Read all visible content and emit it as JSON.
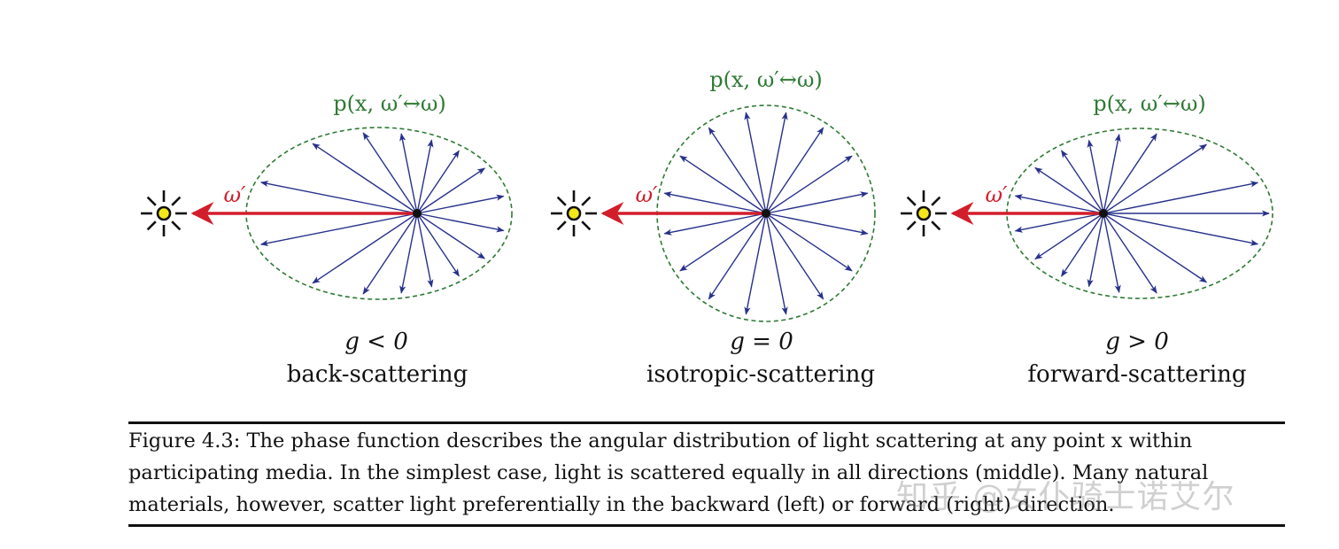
{
  "figure": {
    "panels": [
      {
        "id": "back",
        "g_label": "g < 0",
        "name": "back-scattering",
        "function_label": "p(x, ω′↔ω)",
        "incoming_label": "ω′"
      },
      {
        "id": "iso",
        "g_label": "g = 0",
        "name": "isotropic-scattering",
        "function_label": "p(x, ω′↔ω)",
        "incoming_label": "ω′"
      },
      {
        "id": "fwd",
        "g_label": "g > 0",
        "name": "forward-scattering",
        "function_label": "p(x, ω′↔ω)",
        "incoming_label": "ω′"
      }
    ],
    "colors": {
      "incoming_arrow": "#d21e2b",
      "scatter_arrows": "#27318b",
      "lobe_outline": "#2f7a35",
      "light_fill": "#f4e81a",
      "light_rays": "#111111",
      "function_p": "#2f7a35"
    },
    "icons": [
      "light-source-icon"
    ]
  },
  "caption": {
    "lines": [
      "Figure 4.3:  The phase function describes the angular distribution of light scattering at any point x within",
      "participating media. In the simplest case, light is scattered equally in all directions (middle). Many natural",
      "materials, however, scatter light preferentially in the backward (left) or forward (right) direction."
    ]
  },
  "watermark": {
    "text": "知乎 @女仆骑士诺艾尔"
  }
}
